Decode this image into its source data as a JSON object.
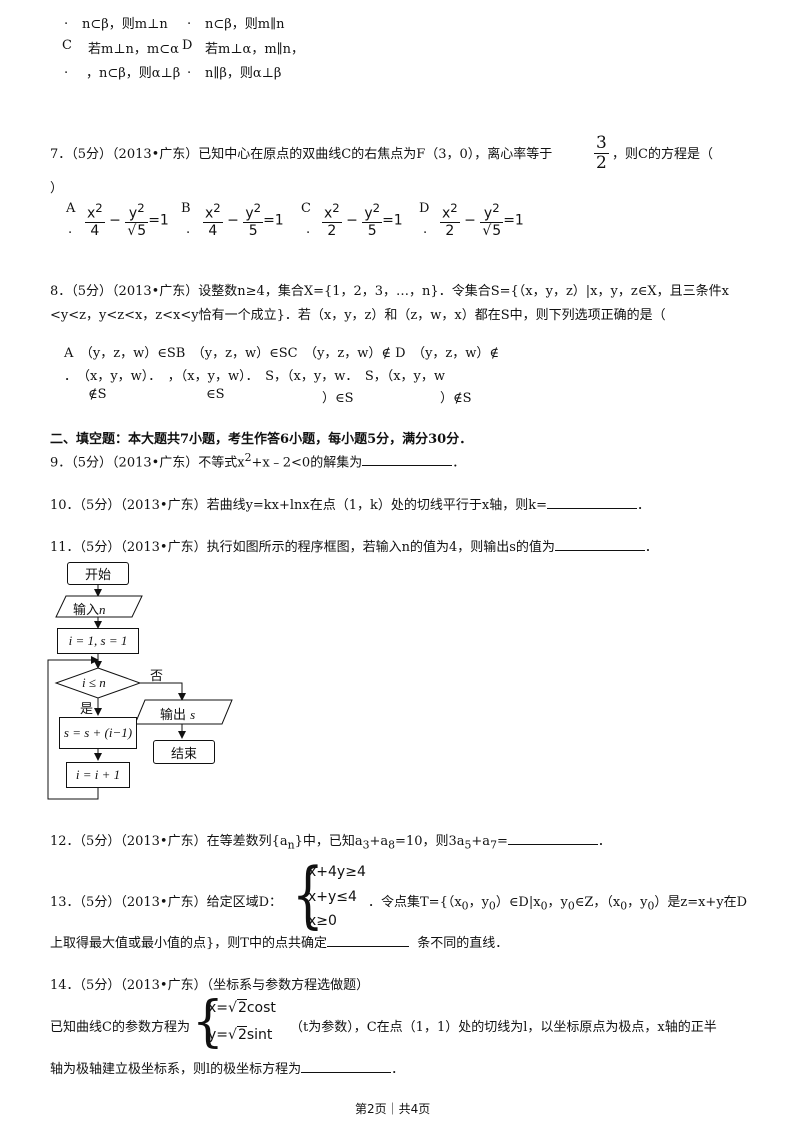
{
  "q6_tail": {
    "line1_a": ".",
    "line1_b": "n⊂β，则m⊥n",
    "line1_c": ".",
    "line1_d": "n⊂β，则m∥n",
    "line2_a": "C",
    "line2_b": "若m⊥n，m⊂α",
    "line2_c": "D",
    "line2_d": "若m⊥α，m∥n，",
    "line3_a": ".",
    "line3_b": "，n⊂β，则α⊥β",
    "line3_c": ".",
    "line3_d": "n∥β，则α⊥β"
  },
  "q7": {
    "stem": "7．（5分）（2013•广东）已知中心在原点的双曲线C的右焦点为F（3，0），离心率等于",
    "frac_num": "3",
    "frac_den": "2",
    "stem_end": "，则C的方程是（",
    "close": "）",
    "opt_A": "A",
    "opt_B": "B",
    "opt_C": "C",
    "opt_D": "D",
    "dot": ".",
    "x2": "x",
    "y2": "y",
    "sup": "2",
    "eq": "=1",
    "minus": "−",
    "den_A1": "4",
    "den_A2": "5",
    "den_B1": "4",
    "den_B2": "5",
    "den_C1": "2",
    "den_C2": "5",
    "den_D1": "2",
    "den_D2": "5",
    "sqrt": "√"
  },
  "q8": {
    "line1": "8．（5分）（2013•广东）设整数n≥4，集合X={1，2，3，…，n}．令集合S={（x，y，z）|x，y，z∈X，且三条件x",
    "line2": "<y<z，y<z<x，z<x<y恰有一个成立}．若（x，y，z）和（z，w，x）都在S中，则下列选项正确的是（",
    "line3": "A　（y，z，w）∈SB　（y，z，w）∈SC　（y，z，w）∉ D　（y，z，w）∉",
    "line4": "．　（x，y，w）．　，（x，y，w）．　S，（x，y，w．　S，（x，y，w",
    "line5_a": "∉S",
    "line5_b": "∈S",
    "line5_c": "）∈S",
    "line5_d": "）∉S"
  },
  "section2": {
    "title": "二、填空题：本大题共7小题，考生作答6小题，每小题5分，满分30分．"
  },
  "q9": {
    "pre": "9．（5分）（2013•广东）不等式x",
    "sup": "2",
    "post": "+x﹣2<0的解集为",
    "end": "．"
  },
  "q10": {
    "pre": "10．（5分）（2013•广东）若曲线y=kx+lnx在点（1，k）处的切线平行于x轴，则k=",
    "end": "．"
  },
  "q11": {
    "pre": "11．（5分）（2013•广东）执行如图所示的程序框图，若输入n的值为4，则输出s的值为",
    "end": "．"
  },
  "flowchart": {
    "start": "开始",
    "input": "输入",
    "input_var": "n",
    "init": "i = 1, s = 1",
    "cond": "i ≤ n",
    "no": "否",
    "yes": "是",
    "update_s": "s = s + (i−1)",
    "update_i": "i = i + 1",
    "output": "输出",
    "output_var": "s",
    "end": "结束"
  },
  "q12": {
    "pre": "12．（5分）（2013•广东）在等差数列{a",
    "sub_n": "n",
    "mid": "}中，已知a",
    "sub_3": "3",
    "plus": "+a",
    "sub_8": "8",
    "mid2": "=10，则3a",
    "sub_5": "5",
    "plus2": "+a",
    "sub_7": "7",
    "post": "=",
    "end": "．"
  },
  "q13": {
    "pre": "13．（5分）（2013•广东）给定区域D：",
    "sys1": "x+4y≥4",
    "sys2": "x+y≤4",
    "sys3": "x≥0",
    "post": "．令点集T={（x",
    "sub0a": "0",
    "post2": "，y",
    "sub0b": "0",
    "post3": "）∈D|x",
    "sub0c": "0",
    "post4": "，y",
    "sub0d": "0",
    "post5": "∈Z，（x",
    "sub0e": "0",
    "post6": "，y",
    "sub0f": "0",
    "post7": "）是z=x+y在D",
    "line2": "上取得最大值或最小值的点}，则T中的点共确定",
    "line2_end": "条不同的直线．"
  },
  "q14": {
    "pre": "14．（5分）（2013•广东）（坐标系与参数方程选做题）",
    "line2_pre": "已知曲线C的参数方程为",
    "eq1_a": "x=",
    "eq1_b": "2",
    "eq1_c": "cost",
    "eq2_a": "y=",
    "eq2_b": "2",
    "eq2_c": "sint",
    "line2_post": "（t为参数），C在点（1，1）处的切线为l，以坐标原点为极点，x轴的正半",
    "line3": "轴为极轴建立极坐标系，则l的极坐标方程为",
    "line3_end": "．"
  },
  "footer": {
    "text": "第2页｜共4页"
  }
}
